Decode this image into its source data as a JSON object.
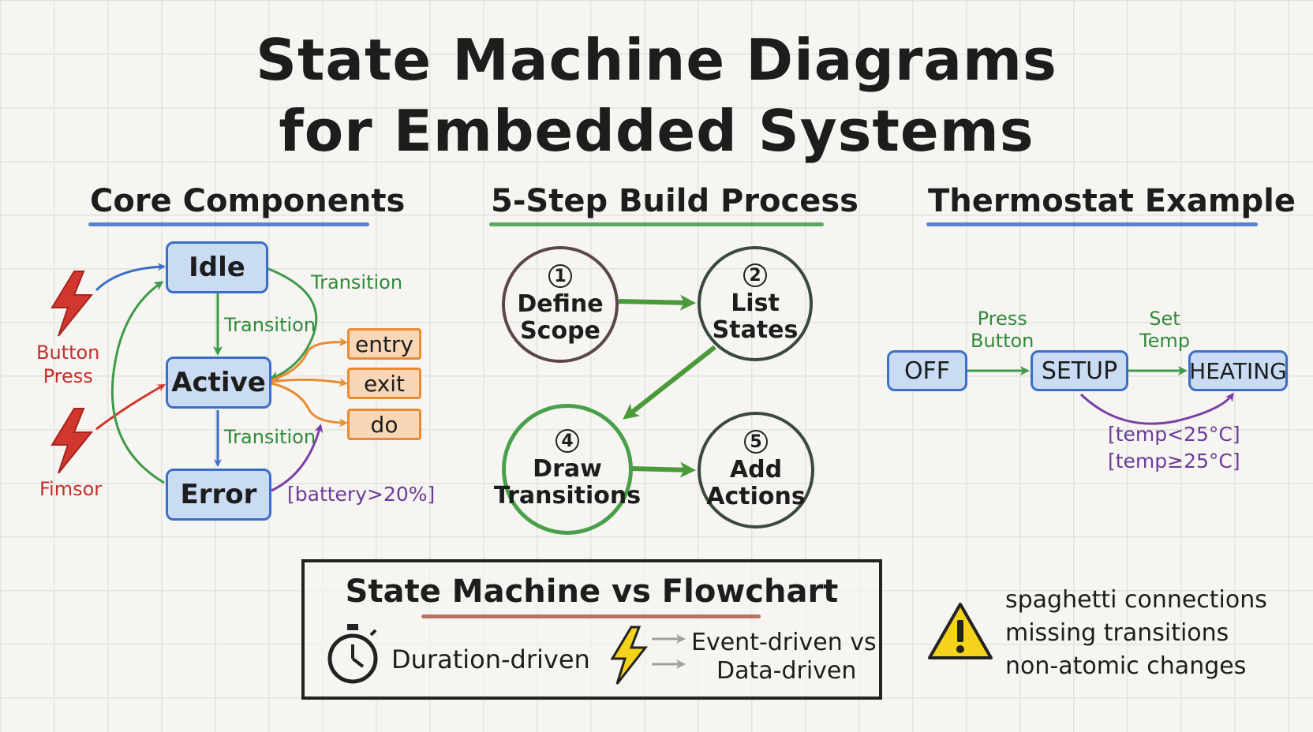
{
  "title_lines": [
    "State Machine Diagrams",
    "for Embedded Systems"
  ],
  "sections": {
    "core": {
      "heading": "Core Components",
      "states": [
        "Idle",
        "Active",
        "Error"
      ],
      "actions": [
        "entry",
        "exit",
        "do"
      ],
      "transition_labels": [
        "Transition",
        "Transition",
        "Transition"
      ],
      "event_labels": [
        "Button\nPress",
        "Fimsor"
      ],
      "guard": "[battery>20%]"
    },
    "process": {
      "heading": "5-Step Build Process",
      "steps": [
        {
          "num": "1",
          "text": "Define\nScope"
        },
        {
          "num": "2",
          "text": "List\nStates"
        },
        {
          "num": "4",
          "text": "Draw\nTransitions"
        },
        {
          "num": "5",
          "text": "Add\nActions"
        }
      ]
    },
    "thermostat": {
      "heading": "Thermostat Example",
      "states": [
        "OFF",
        "SETUP",
        "HEATING"
      ],
      "events": [
        "Press\nButton",
        "Set\nTemp"
      ],
      "guards": [
        "[temp<25°C]",
        "[temp≥25°C]"
      ]
    }
  },
  "comparison": {
    "title": "State Machine vs Flowchart",
    "left_label": "Duration-driven",
    "right_label_lines": [
      "Event-driven vs",
      "Data-driven"
    ],
    "icons": [
      "stopwatch-icon",
      "lightning-icon",
      "arrows-icon"
    ]
  },
  "pitfalls": [
    "spaghetti connections",
    "missing transitions",
    "non-atomic changes"
  ],
  "colors": {
    "blue": "#3b6fc7",
    "green": "#3f9a4a",
    "red": "#d2372f",
    "orange": "#e98b33",
    "purple": "#7a3fa8",
    "state_fill": "#c9dcf3",
    "action_fill": "#f8d6b6",
    "warning_yellow": "#f5d31b"
  }
}
